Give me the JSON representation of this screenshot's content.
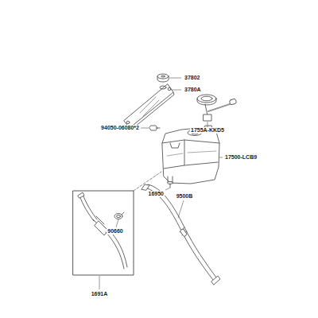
{
  "diagram": {
    "labels": [
      "37802",
      "3780A",
      "94050-06080*2",
      "1755A-KKD5",
      "17500-LCB9",
      "16950",
      "9500B",
      "90660",
      "1691A"
    ]
  }
}
